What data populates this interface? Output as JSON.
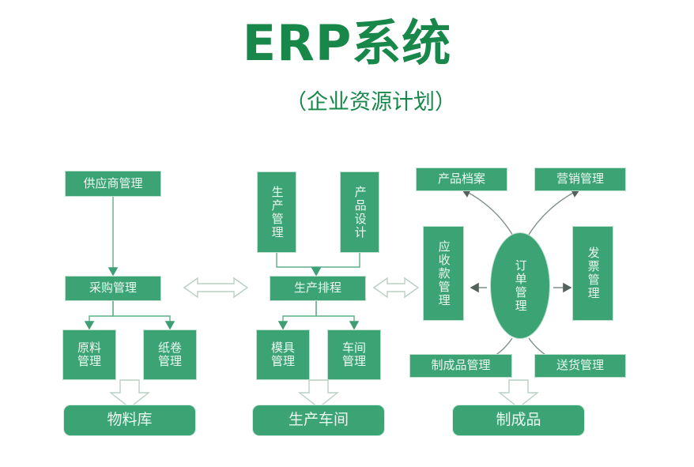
{
  "header": {
    "title": "ERP系统",
    "subtitle": "（企业资源计划）"
  },
  "colors": {
    "node_fill": "#3ca474",
    "node_text": "#eafaf1",
    "title_green": "#18884a",
    "connector_green": "#5fae88",
    "connector_gray": "#7d8f88",
    "background": "#ffffff"
  },
  "diagram": {
    "type": "flowchart",
    "columns": [
      {
        "name": "procurement",
        "nodes": [
          "供应商管理",
          "采购管理",
          "原料管理",
          "纸卷管理",
          "物料库"
        ]
      },
      {
        "name": "production",
        "nodes": [
          "生产管理",
          "产品设计",
          "生产排程",
          "模具管理",
          "车间管理",
          "生产车间"
        ]
      },
      {
        "name": "sales",
        "nodes": [
          "产品档案",
          "营销管理",
          "应收款管理",
          "订单管理",
          "发票管理",
          "制成品管理",
          "送货管理",
          "制成品"
        ]
      }
    ],
    "nodes": {
      "supplier_mgmt": "供应商管理",
      "purchase_mgmt": "采购管理",
      "raw_material": "原料\n管理",
      "paper_roll": "纸卷\n管理",
      "material_store": "物料库",
      "production_mgmt": "生产管理",
      "product_design": "产品设计",
      "production_sched": "生产排程",
      "mold_mgmt": "模具\n管理",
      "workshop_mgmt": "车间\n管理",
      "production_shop": "生产车间",
      "product_archive": "产品档案",
      "marketing_mgmt": "营销管理",
      "receivable_mgmt": "应收款管理",
      "order_mgmt": "订单管理",
      "invoice_mgmt": "发票管理",
      "finished_mgmt": "制成品管理",
      "delivery_mgmt": "送货管理",
      "finished_goods": "制成品"
    },
    "edges": [
      {
        "from": "供应商管理",
        "to": "采购管理",
        "kind": "arrow-down"
      },
      {
        "from": "采购管理",
        "to": "原料管理",
        "kind": "arrow-down"
      },
      {
        "from": "采购管理",
        "to": "纸卷管理",
        "kind": "arrow-down"
      },
      {
        "from": "原料管理",
        "to": "物料库",
        "kind": "block-arrow-down"
      },
      {
        "from": "生产管理",
        "to": "生产排程",
        "kind": "arrow-down"
      },
      {
        "from": "产品设计",
        "to": "生产排程",
        "kind": "arrow-down"
      },
      {
        "from": "生产排程",
        "to": "模具管理",
        "kind": "arrow-down"
      },
      {
        "from": "生产排程",
        "to": "车间管理",
        "kind": "arrow-down"
      },
      {
        "from": "模具管理",
        "to": "生产车间",
        "kind": "block-arrow-down"
      },
      {
        "from": "采购管理",
        "to": "生产排程",
        "kind": "block-arrow-bidirectional"
      },
      {
        "from": "生产排程",
        "to": "应收款管理",
        "kind": "block-arrow-bidirectional"
      },
      {
        "from": "订单管理",
        "to": "应收款管理",
        "kind": "arrow-left"
      },
      {
        "from": "订单管理",
        "to": "发票管理",
        "kind": "arrow-right"
      },
      {
        "from": "订单管理",
        "to": "产品档案",
        "kind": "curved-arrow"
      },
      {
        "from": "订单管理",
        "to": "营销管理",
        "kind": "curved-arrow"
      },
      {
        "from": "订单管理",
        "to": "制成品管理",
        "kind": "curved-arrow"
      },
      {
        "from": "订单管理",
        "to": "送货管理",
        "kind": "curved-arrow"
      },
      {
        "from": "制成品管理",
        "to": "制成品",
        "kind": "block-arrow-down"
      }
    ]
  }
}
